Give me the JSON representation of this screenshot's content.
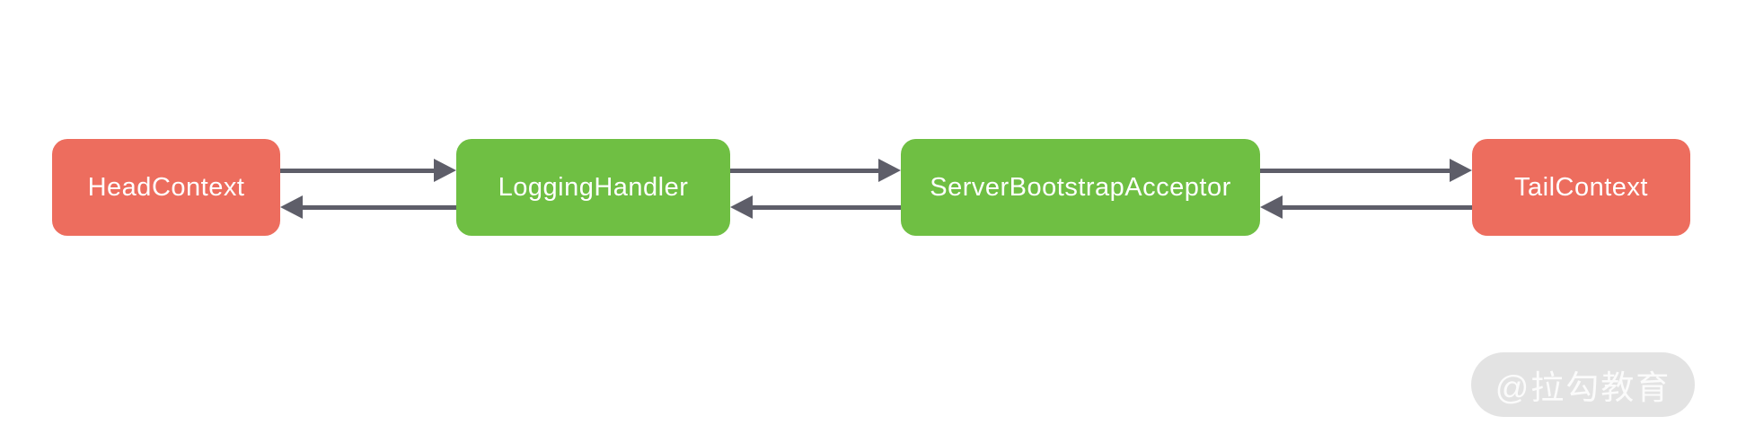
{
  "diagram": {
    "type": "pipeline-flow",
    "nodes": [
      {
        "id": "head-context",
        "label": "HeadContext",
        "color": "#ED6D5E"
      },
      {
        "id": "logging-handler",
        "label": "LoggingHandler",
        "color": "#6FBF43"
      },
      {
        "id": "server-bootstrap-acceptor",
        "label": "ServerBootstrapAcceptor",
        "color": "#6FBF43"
      },
      {
        "id": "tail-context",
        "label": "TailContext",
        "color": "#ED6D5E"
      }
    ],
    "edges": [
      {
        "from": "HeadContext",
        "to": "LoggingHandler",
        "direction": "right"
      },
      {
        "from": "LoggingHandler",
        "to": "HeadContext",
        "direction": "left"
      },
      {
        "from": "LoggingHandler",
        "to": "ServerBootstrapAcceptor",
        "direction": "right"
      },
      {
        "from": "ServerBootstrapAcceptor",
        "to": "LoggingHandler",
        "direction": "left"
      },
      {
        "from": "ServerBootstrapAcceptor",
        "to": "TailContext",
        "direction": "right"
      },
      {
        "from": "TailContext",
        "to": "ServerBootstrapAcceptor",
        "direction": "left"
      }
    ],
    "arrow_color": "#5E5E69",
    "background_color": "#FFFFFF"
  },
  "watermark": {
    "text": "@拉勾教育"
  }
}
